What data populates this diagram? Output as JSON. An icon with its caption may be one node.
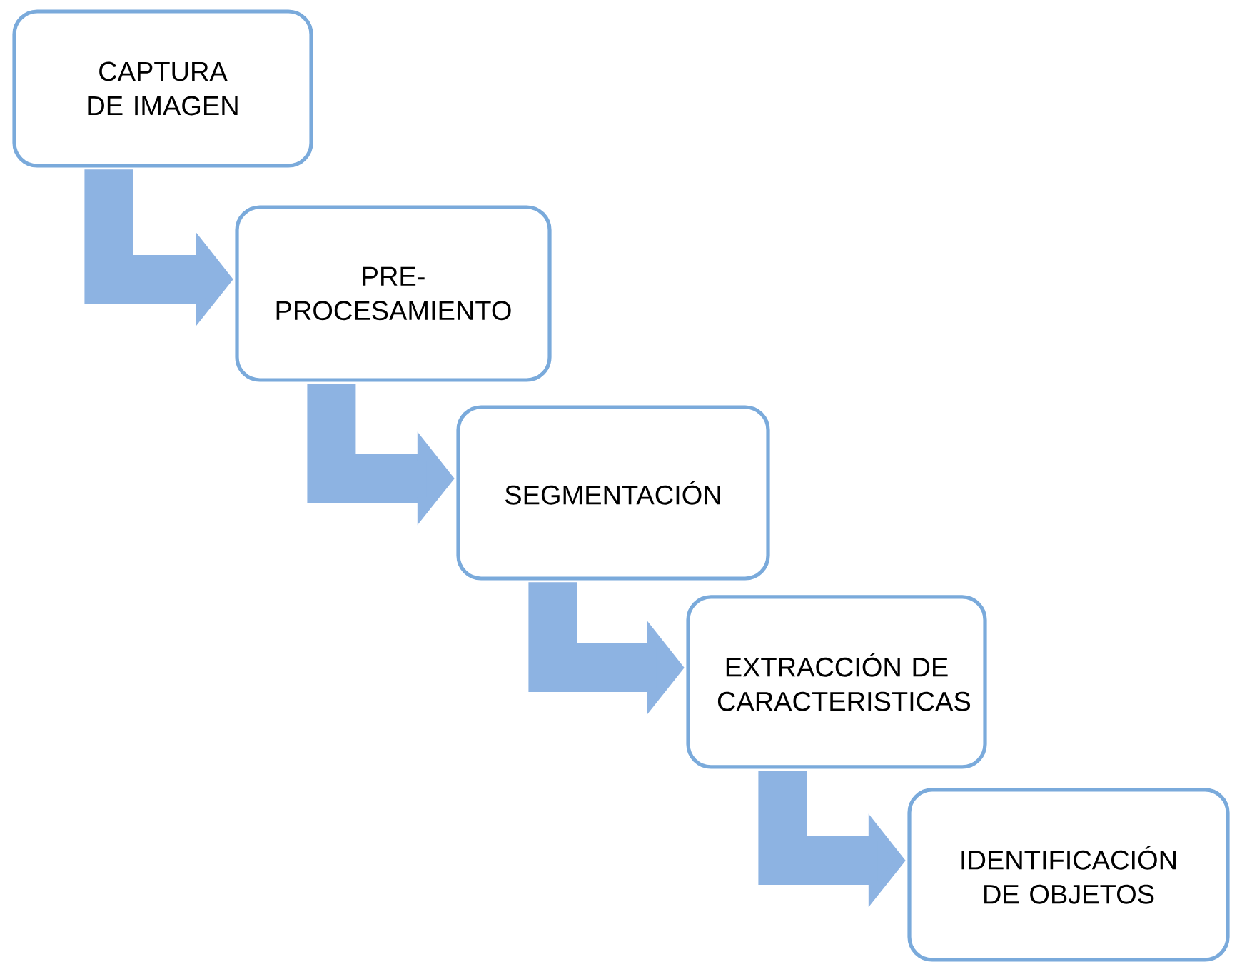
{
  "diagram": {
    "nodes": [
      {
        "text": [
          "CAPTURA DE IMAGEN"
        ]
      },
      {
        "text": [
          "PRE- PROCESAMIENTO"
        ]
      },
      {
        "text": [
          "SEGMENTACIÓN"
        ]
      },
      {
        "text": [
          "EXTRACCIÓN DE CARACTERISTICAS"
        ]
      },
      {
        "text": [
          "IDENTIFICACIÓN DE OBJETOS"
        ]
      }
    ],
    "edges": [
      {
        "from": 0,
        "to": 1,
        "arrow": "to"
      },
      {
        "from": 1,
        "to": 2,
        "arrow": "to"
      },
      {
        "from": 2,
        "to": 3,
        "arrow": "to"
      },
      {
        "from": 3,
        "to": 4,
        "arrow": "to"
      }
    ]
  }
}
